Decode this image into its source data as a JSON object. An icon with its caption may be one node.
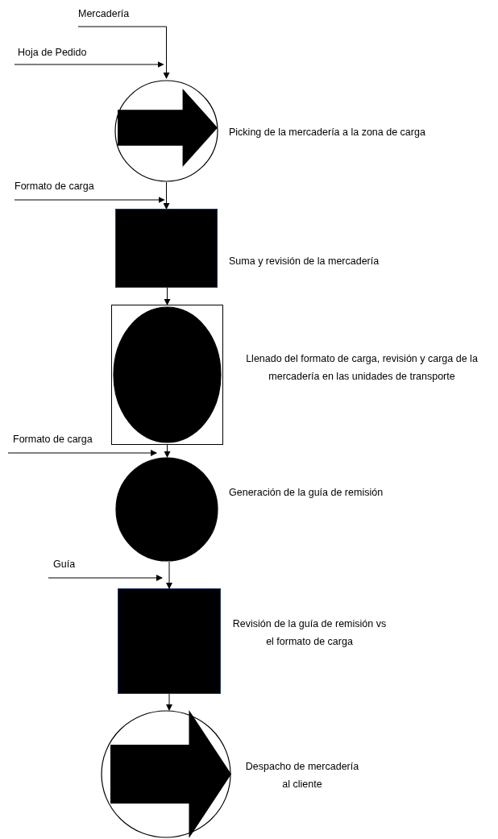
{
  "diagram": {
    "nodes": [
      {
        "text": [],
        "shape": "circle",
        "beside": [
          "Picking de la mercadería a la zona de carga"
        ]
      },
      {
        "text": [],
        "shape": "arrow",
        "in": 0
      },
      {
        "text": [],
        "shape": "box",
        "beside": [
          "Suma y revisión de la mercadería"
        ]
      },
      {
        "text": [],
        "shape": "box",
        "beside": [
          "Llenado del formato de carga, revisión y carga de la mercadería en las unidades de transporte"
        ]
      },
      {
        "text": [],
        "shape": "circle",
        "in": 3
      },
      {
        "text": [],
        "shape": "circle",
        "beside": [
          "Generación de la guía de remisión"
        ]
      },
      {
        "text": [],
        "shape": "box",
        "beside": [
          "Revisión de la guía de remisión vs el formato de carga"
        ]
      },
      {
        "text": [],
        "shape": "circle",
        "beside": [
          "Despacho de mercadería al cliente"
        ]
      },
      {
        "text": [],
        "shape": "arrow",
        "in": 7
      }
    ],
    "edges": [
      {
        "from": null,
        "to": 0,
        "arrow": "to",
        "label": "Mercadería"
      },
      {
        "from": null,
        "to": 0,
        "arrow": "to",
        "label": "Hoja de Pedido"
      },
      {
        "from": 0,
        "to": 2,
        "arrow": "to"
      },
      {
        "from": null,
        "to": 2,
        "arrow": "to",
        "label": "Formato de carga"
      },
      {
        "from": 2,
        "to": 3,
        "arrow": "to"
      },
      {
        "from": 3,
        "to": 5,
        "arrow": "to"
      },
      {
        "from": null,
        "to": 5,
        "arrow": "to",
        "label": "Formato de carga"
      },
      {
        "from": 5,
        "to": 6,
        "arrow": "to"
      },
      {
        "from": null,
        "to": 6,
        "arrow": "to",
        "label": "Guía"
      },
      {
        "from": 6,
        "to": 7,
        "arrow": "to"
      }
    ]
  }
}
